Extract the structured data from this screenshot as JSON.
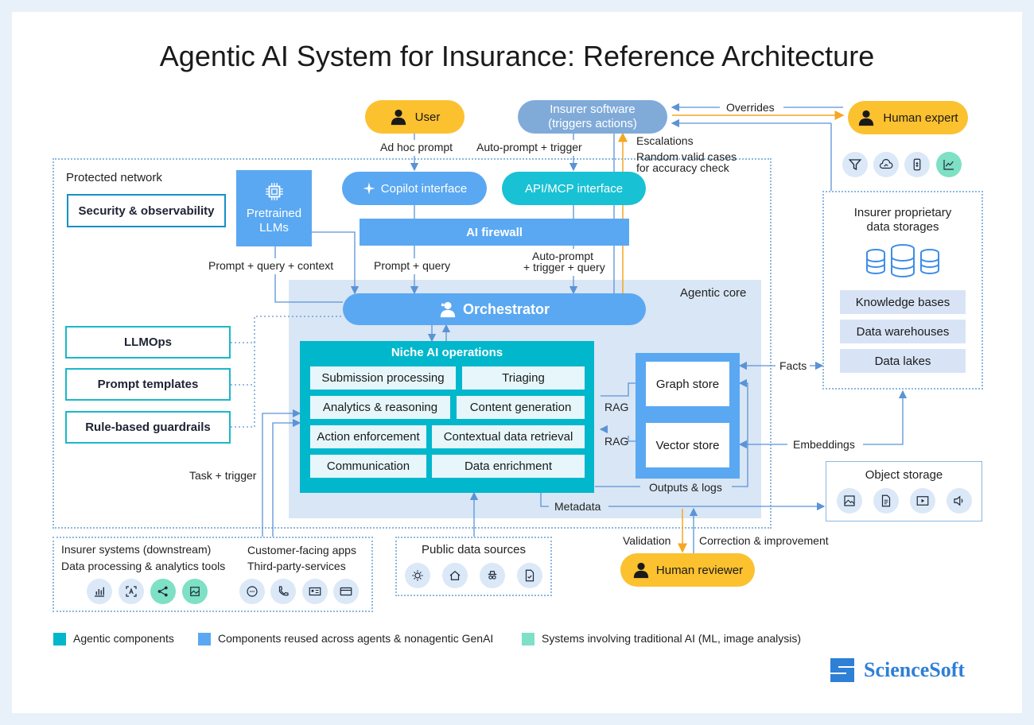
{
  "title": "Agentic AI System for Insurance: Reference Architecture",
  "actors": {
    "user": "User",
    "insurer_software": [
      "Insurer software",
      "(triggers actions)"
    ],
    "human_expert": "Human expert",
    "human_reviewer": "Human reviewer"
  },
  "labels": {
    "protected_network": "Protected network",
    "agentic_core": "Agentic core",
    "ad_hoc_prompt": "Ad hoc prompt",
    "auto_prompt_trigger": "Auto-prompt + trigger",
    "overrides": "Overrides",
    "escalations": "Escalations",
    "random_valid": [
      "Random valid cases",
      "for accuracy check"
    ],
    "prompt_query_context": "Prompt + query + context",
    "prompt_query": "Prompt + query",
    "auto_prompt_trigger_query": [
      "Auto-prompt",
      "+ trigger + query"
    ],
    "task_trigger": "Task + trigger",
    "rag1": "RAG",
    "rag2": "RAG",
    "facts": "Facts",
    "embeddings": "Embeddings",
    "outputs_logs": "Outputs & logs",
    "metadata": "Metadata",
    "validation": "Validation",
    "correction": "Correction & improvement"
  },
  "components": {
    "security": "Security & observability",
    "pretrained_llms": [
      "Pretrained",
      "LLMs"
    ],
    "copilot": "Copilot interface",
    "api_mcp": "API/MCP interface",
    "ai_firewall": "AI firewall",
    "orchestrator": "Orchestrator",
    "llmops": "LLMOps",
    "prompt_templates": "Prompt templates",
    "guardrails": "Rule-based guardrails",
    "graph_store": "Graph store",
    "vector_store": "Vector store"
  },
  "niche": {
    "title": "Niche AI operations",
    "cells": [
      "Submission processing",
      "Triaging",
      "Analytics & reasoning",
      "Content generation",
      "Action enforcement",
      "Contextual data retrieval",
      "Communication",
      "Data enrichment"
    ]
  },
  "proprietary": {
    "title": [
      "Insurer proprietary",
      "data storages"
    ],
    "items": [
      "Knowledge bases",
      "Data warehouses",
      "Data lakes"
    ]
  },
  "object_storage": "Object storage",
  "downstream": {
    "line1": "Insurer systems (downstream)",
    "line2": "Data processing & analytics tools",
    "line3": "Customer-facing apps",
    "line4": "Third-party-services"
  },
  "public_data": "Public data sources",
  "legend": [
    "Agentic components",
    "Components reused across agents & nonagentic GenAI",
    "Systems involving traditional AI (ML, image analysis)"
  ],
  "logo": "ScienceSoft",
  "colors": {
    "agentic": "#00b7cc",
    "reused": "#5aa8f2",
    "traditional": "#7ee0c4",
    "human": "#fbc12f",
    "orange_arrow": "#f5a623"
  },
  "icons": {
    "expert_tools": [
      "filter-icon",
      "cloud-chart-icon",
      "phone-dollar-icon",
      "chart-gear-icon"
    ],
    "object_storage": [
      "image-icon",
      "document-icon",
      "video-icon",
      "audio-icon"
    ],
    "downstream_tools": [
      "bar-chart-icon",
      "ocr-icon",
      "network-icon",
      "image-analysis-icon"
    ],
    "customer_apps": [
      "chat-icon",
      "phone-icon",
      "id-card-icon",
      "card-icon"
    ],
    "public_sources": [
      "weather-icon",
      "house-icon",
      "spy-icon",
      "document-check-icon"
    ]
  }
}
